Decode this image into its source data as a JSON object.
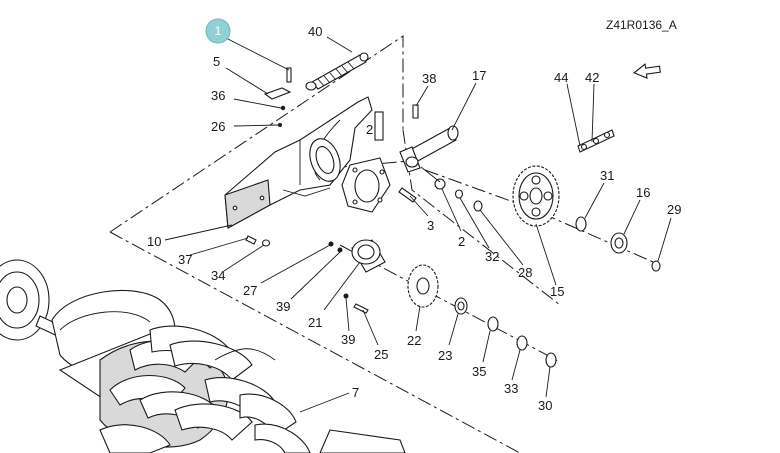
{
  "drawing_id": "Z41R0136_A",
  "highlight_color": "#8fd1d6",
  "callouts": {
    "p1": "1",
    "p40": "40",
    "p5": "5",
    "p36": "36",
    "p26": "26",
    "p38": "38",
    "p17": "17",
    "p44": "44",
    "p42": "42",
    "p2a": "2",
    "p10": "10",
    "p37": "37",
    "p34": "34",
    "p3": "3",
    "p2b": "2",
    "p32": "32",
    "p28": "28",
    "p15": "15",
    "p31": "31",
    "p16": "16",
    "p29": "29",
    "p27": "27",
    "p39a": "39",
    "p21": "21",
    "p39b": "39",
    "p25": "25",
    "p22": "22",
    "p23": "23",
    "p35": "35",
    "p33": "33",
    "p30": "30",
    "p7": "7"
  }
}
